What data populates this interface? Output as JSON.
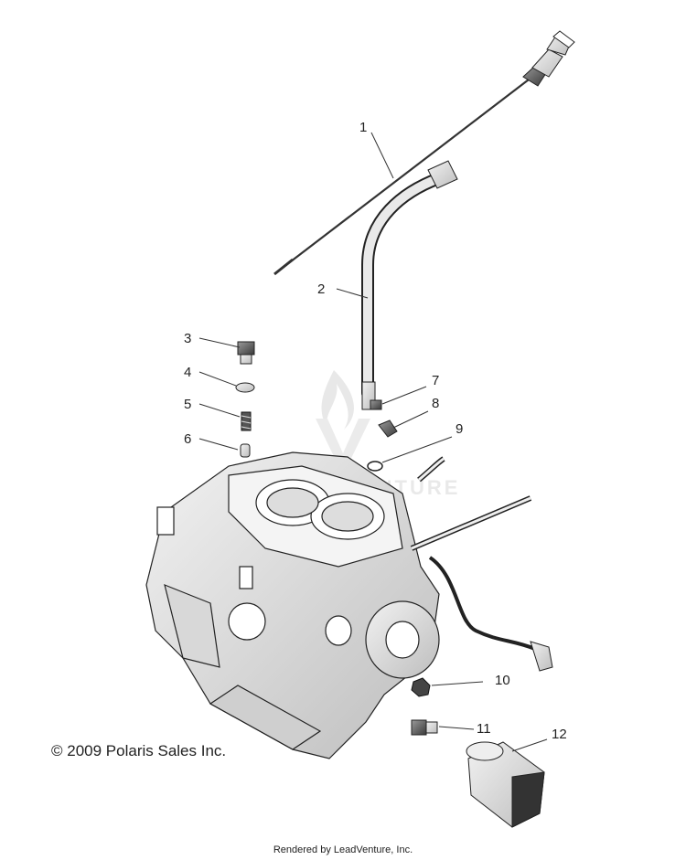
{
  "callouts": [
    {
      "number": "1",
      "part": "dipstick"
    },
    {
      "number": "2",
      "part": "dipstick-tube"
    },
    {
      "number": "3",
      "part": "bolt"
    },
    {
      "number": "4",
      "part": "washer"
    },
    {
      "number": "5",
      "part": "spring"
    },
    {
      "number": "6",
      "part": "pin"
    },
    {
      "number": "7",
      "part": "tube-bolt"
    },
    {
      "number": "8",
      "part": "bracket"
    },
    {
      "number": "9",
      "part": "o-ring"
    },
    {
      "number": "10",
      "part": "nut"
    },
    {
      "number": "11",
      "part": "drain-plug"
    },
    {
      "number": "12",
      "part": "oil-filter"
    }
  ],
  "copyright": "© 2009 Polaris Sales Inc.",
  "rendered_by": "Rendered by LeadVenture, Inc.",
  "watermark": {
    "text": "ENTURE",
    "icon": "flame-v-logo-watermark"
  }
}
